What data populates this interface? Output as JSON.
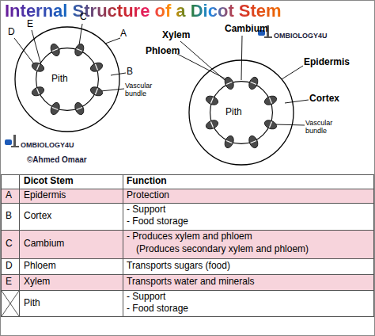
{
  "diagram": {
    "title": "Internal Structure of a Dicot Stem",
    "nodes": [
      {
        "text": [
          "Pith"
        ]
      },
      {
        "text": [
          "Pith"
        ]
      }
    ],
    "labels": [
      "C",
      "E",
      "D",
      "A",
      "B",
      "Vascular bundle",
      "Xylem",
      "Cambium",
      "Phloem",
      "Epidermis",
      "Cortex",
      "Vascular bundle",
      "OMBIOLOGY4U",
      "OMBIOLOGY4U",
      "©Ahmed Omaar",
      "Dicot Stem",
      "Function",
      "A",
      "Epidermis",
      "Protection",
      "B",
      "Cortex",
      "- Support",
      "- Food storage",
      "C",
      "Cambium",
      "- Produces xylem and phloem",
      "(Produces secondary xylem and phloem)",
      "D",
      "Phloem",
      "Transports sugars (food)",
      "E",
      "Xylem",
      "Transports water and minerals",
      "Pith",
      "- Support",
      "- Food storage"
    ]
  }
}
